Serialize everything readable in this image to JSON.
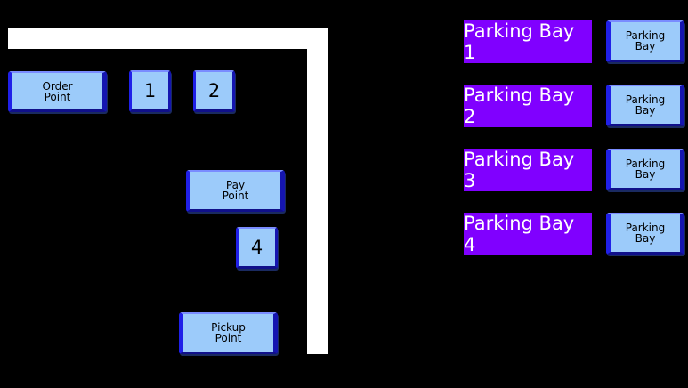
{
  "layout_walls": [
    "top-wall",
    "right-wall"
  ],
  "points": {
    "order": "Order\nPoint",
    "pay": "Pay\nPoint",
    "pickup": "Pickup\nPoint"
  },
  "queue": {
    "slot1": "1",
    "slot2": "2",
    "slot4": "4"
  },
  "bays": [
    {
      "label": "Parking Bay 1",
      "button": "Parking\nBay"
    },
    {
      "label": "Parking Bay 2",
      "button": "Parking\nBay"
    },
    {
      "label": "Parking Bay 3",
      "button": "Parking\nBay"
    },
    {
      "label": "Parking Bay 4",
      "button": "Parking\nBay"
    }
  ],
  "colors": {
    "bay_label_bg": "#8000ff",
    "button_bg": "#9ccbfa",
    "wall": "#ffffff"
  }
}
